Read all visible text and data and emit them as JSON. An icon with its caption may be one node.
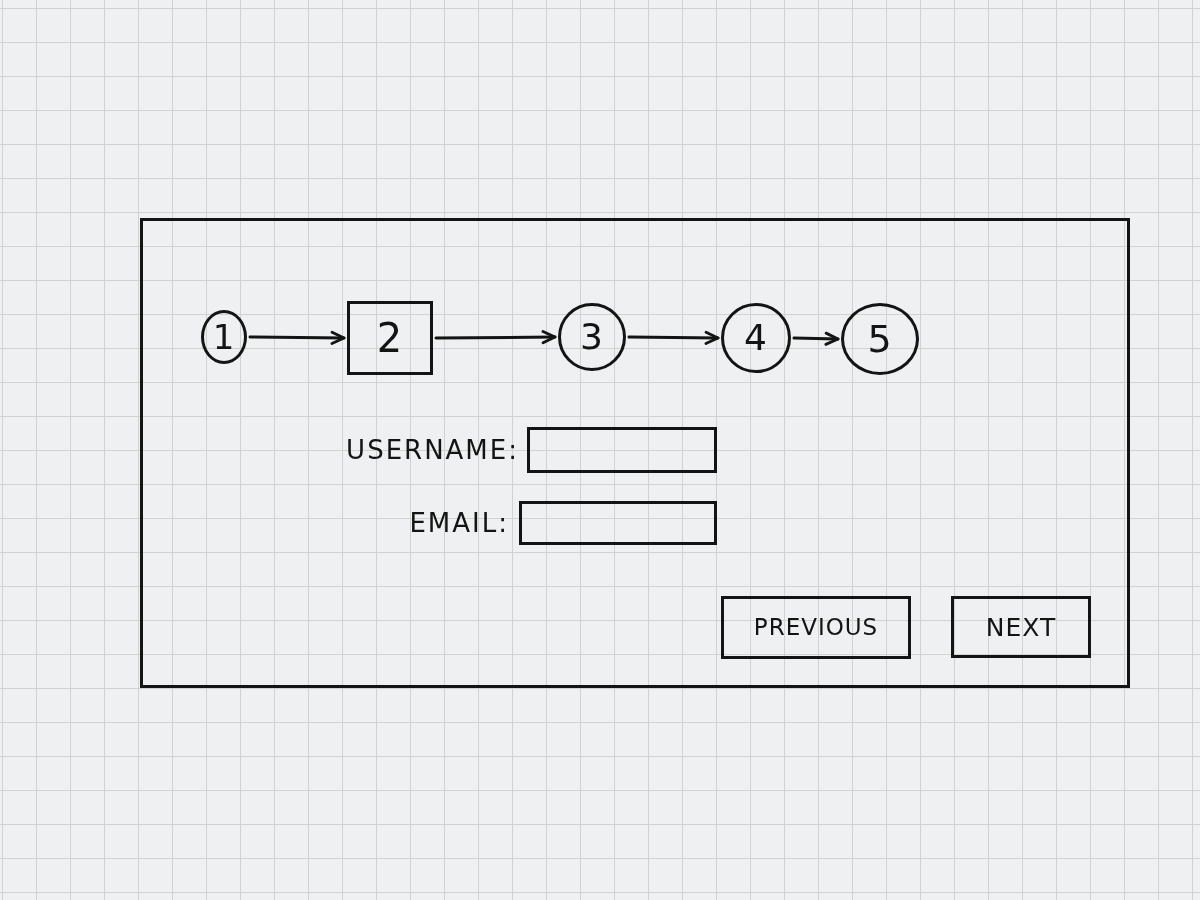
{
  "diagram": {
    "nodes": [
      {
        "text": [],
        "shape": "box"
      },
      {
        "text": [
          "1"
        ],
        "in": 0
      },
      {
        "text": [
          "2"
        ],
        "in": 0
      },
      {
        "text": [
          "3"
        ],
        "in": 0
      },
      {
        "text": [
          "4"
        ],
        "in": 0
      },
      {
        "text": [
          "5"
        ],
        "in": 0
      },
      {
        "text": [],
        "shape": "box",
        "beside": [
          "USERNAME:"
        ],
        "in": 0
      },
      {
        "text": [],
        "shape": "box",
        "beside": [
          "EMAIL:"
        ],
        "in": 0
      },
      {
        "text": [
          "PREVIOUS"
        ],
        "in": 0
      },
      {
        "text": [
          "NEXT"
        ],
        "in": 0
      }
    ],
    "edges": [
      {
        "from": 1,
        "to": 2,
        "arrow": "to"
      },
      {
        "from": 2,
        "to": 3,
        "arrow": "to"
      },
      {
        "from": 3,
        "to": 4,
        "arrow": "to"
      },
      {
        "from": 4,
        "to": 5,
        "arrow": "to"
      }
    ]
  }
}
